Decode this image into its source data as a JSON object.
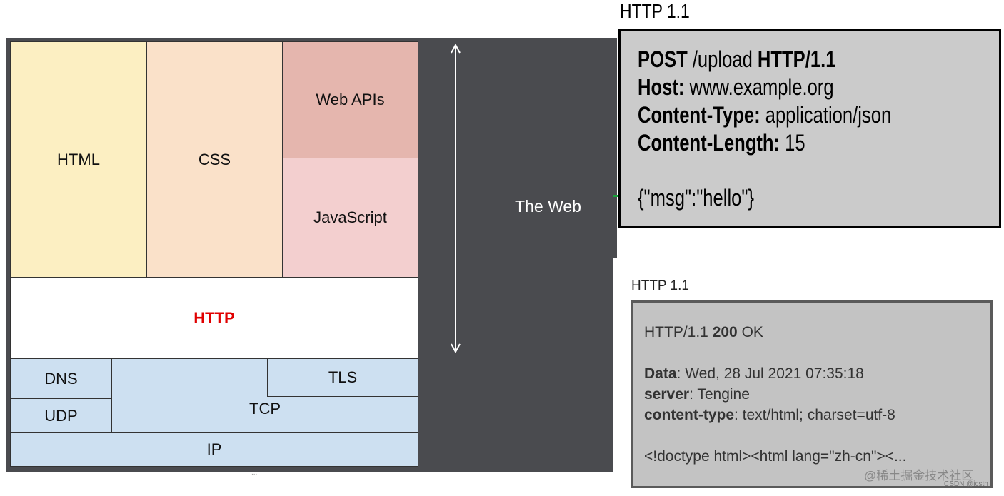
{
  "web_label": "The Web",
  "stack": {
    "html": "HTML",
    "css": "CSS",
    "web_apis": "Web APIs",
    "javascript": "JavaScript",
    "http": "HTTP",
    "dns": "DNS",
    "udp": "UDP",
    "tcp": "TCP",
    "tls": "TLS",
    "ip": "IP"
  },
  "request": {
    "heading": "HTTP 1.1",
    "method": "POST",
    "path": " /upload ",
    "version": "HTTP/1.1",
    "host_key": "Host:",
    "host_value": " www.example.org",
    "ctype_key": "Content-Type:",
    "ctype_value": " application/json",
    "clen_key": "Content-Length:",
    "clen_value": " 15",
    "body": "{\"msg\":\"hello\"}"
  },
  "response": {
    "heading": "HTTP 1.1",
    "status_prefix": "HTTP/1.1 ",
    "status_code": "200",
    "status_text": " OK",
    "date_key": "Data",
    "date_value": ": Wed, 28 Jul 2021 07:35:18",
    "server_key": "server",
    "server_value": ": Tengine",
    "ctype_key": "content-type",
    "ctype_value": ": text/html; charset=utf-8",
    "body": "<!doctype html><html lang=\"zh-cn\"><..."
  },
  "footer": {
    "mark": "@稀土掘金技术社区",
    "mark2": "CSDN @icstn",
    "dots": "..."
  },
  "colors": {
    "web_panel": "#4a4b4f",
    "html": "#fcefc2",
    "css": "#fae1c9",
    "web_apis": "#e5b6ae",
    "javascript": "#f3cfcf",
    "network": "#cde0f1",
    "http_text": "#e00000",
    "request_bg": "#cbcbcb",
    "response_bg": "#c3c3c3"
  }
}
